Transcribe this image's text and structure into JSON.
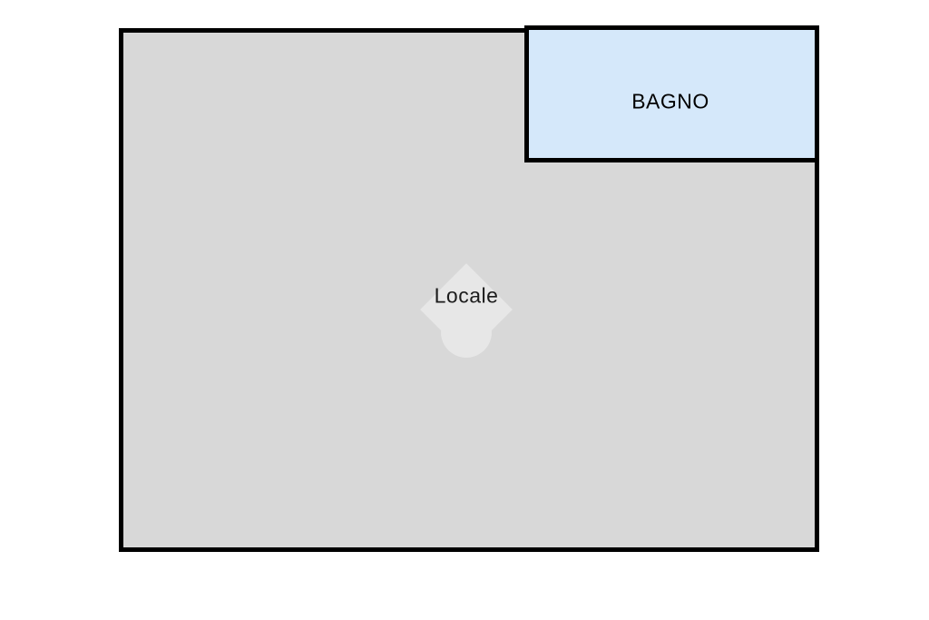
{
  "plan": {
    "type": "floorplan",
    "background_color": "#ffffff",
    "wall_color": "#000000",
    "rooms": [
      {
        "id": "locale",
        "label": "Locale",
        "fill_color": "#d8d8d8",
        "label_color": "#1c1c1c"
      },
      {
        "id": "bagno",
        "label": "BAGNO",
        "fill_color": "#d5e8fa",
        "label_color": "#000000"
      }
    ],
    "watermark": {
      "icon": "diamond-circle-logo-icon",
      "color": "#e7e7e7"
    }
  }
}
